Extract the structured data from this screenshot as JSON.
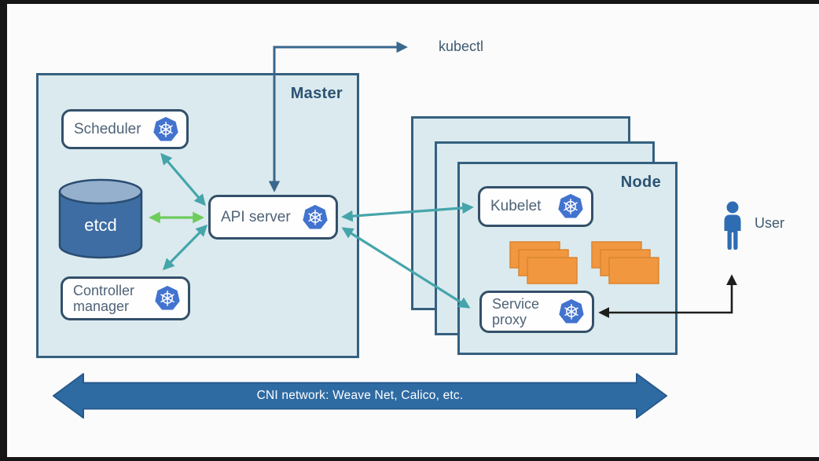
{
  "diagram": {
    "kubectl_label": "kubectl",
    "user_label": "User",
    "master": {
      "label": "Master",
      "scheduler_label": "Scheduler",
      "etcd_label": "etcd",
      "controller_manager_label": "Controller manager",
      "api_server_label": "API server"
    },
    "node": {
      "label": "Node",
      "kubelet_label": "Kubelet",
      "service_proxy_label": "Service proxy",
      "stacked_node_count": 3,
      "container_stacks": 2,
      "containers_per_stack": 3
    },
    "cni_label": "CNI network: Weave Net, Calico, etc.",
    "colors": {
      "master_node_fill": "#dbeaee",
      "region_border": "#35607f",
      "box_border": "#33506a",
      "teal_arrow": "#45a5ab",
      "green_arrow": "#6ecc5d",
      "kubectl_arrow": "#3a678c",
      "user_arrow": "#1e1e1e",
      "kubernetes_icon_blue": "#4273cf",
      "container_orange": "#f0973f",
      "cni_arrow_fill": "#2f6ba3",
      "etcd_body": "#3e6da3",
      "etcd_top": "#94b0cd",
      "user_icon_blue": "#2e6cb3",
      "label_text": "#4f6377",
      "region_label_text": "#2b5273"
    }
  }
}
